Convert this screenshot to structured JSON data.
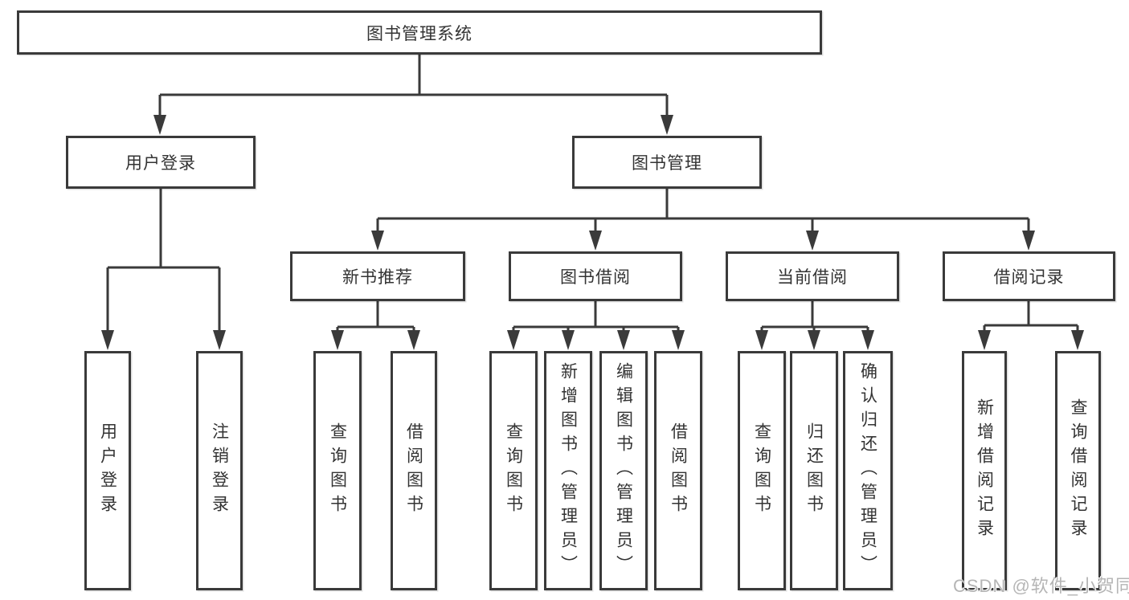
{
  "diagram": {
    "root": {
      "label": "图书管理系统",
      "children": [
        {
          "label": "用户登录",
          "children": [
            {
              "label": "用户登录"
            },
            {
              "label": "注销登录"
            }
          ]
        },
        {
          "label": "图书管理",
          "children": [
            {
              "label": "新书推荐",
              "children": [
                {
                  "label": "查询图书"
                },
                {
                  "label": "借阅图书"
                }
              ]
            },
            {
              "label": "图书借阅",
              "children": [
                {
                  "label": "查询图书"
                },
                {
                  "label": "新增图书（管理员）"
                },
                {
                  "label": "编辑图书（管理员）"
                },
                {
                  "label": "借阅图书"
                }
              ]
            },
            {
              "label": "当前借阅",
              "children": [
                {
                  "label": "查询图书"
                },
                {
                  "label": "归还图书"
                },
                {
                  "label": "确认归还（管理员）"
                }
              ]
            },
            {
              "label": "借阅记录",
              "children": [
                {
                  "label": "新增借阅记录"
                },
                {
                  "label": "查询借阅记录"
                }
              ]
            }
          ]
        }
      ]
    }
  },
  "watermark": {
    "text": "CSDN @软件_小贺同学"
  },
  "colors": {
    "line": "#3a3a3a",
    "text": "#333333",
    "background": "#ffffff",
    "watermark": "#b5b5b5"
  }
}
